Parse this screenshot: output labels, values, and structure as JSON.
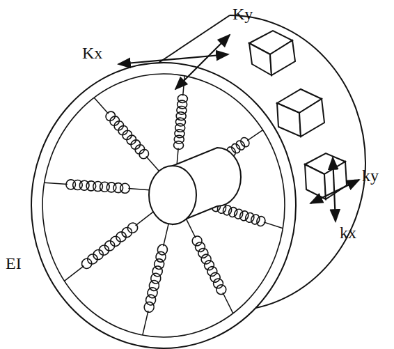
{
  "diagram": {
    "labels": [
      "Ky",
      "Kx",
      "ky",
      "kx",
      "EI"
    ]
  }
}
